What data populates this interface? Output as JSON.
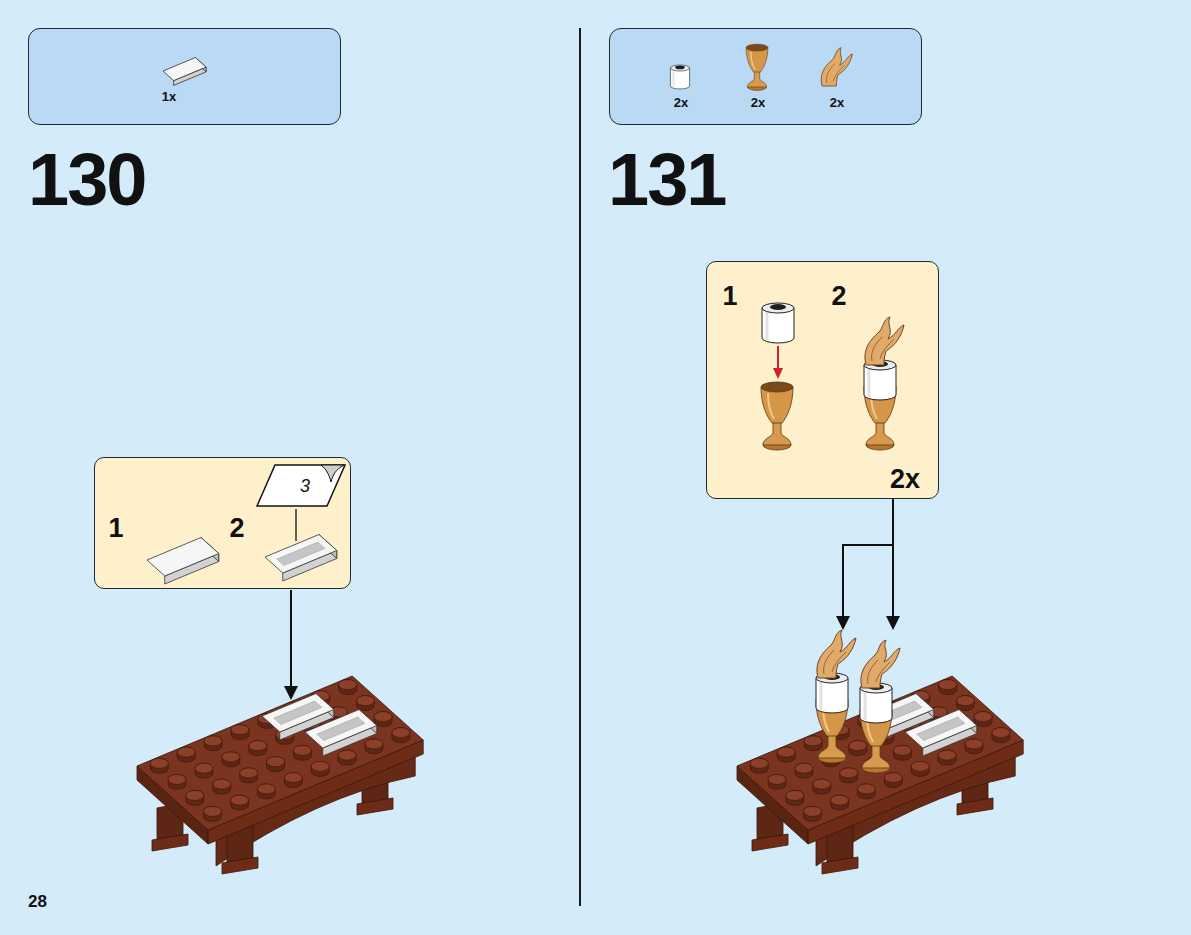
{
  "diagram": {
    "nodes": [
      {
        "text": [
          "1x"
        ]
      },
      {
        "text": [
          "2x",
          "2x",
          "2x"
        ]
      },
      {
        "text": [
          "1",
          "2"
        ]
      },
      {
        "text": [
          "3"
        ],
        "in": 2
      },
      {
        "text": [
          "1",
          "2",
          "2x"
        ]
      }
    ],
    "labels": [
      "130",
      "131",
      "28"
    ]
  }
}
